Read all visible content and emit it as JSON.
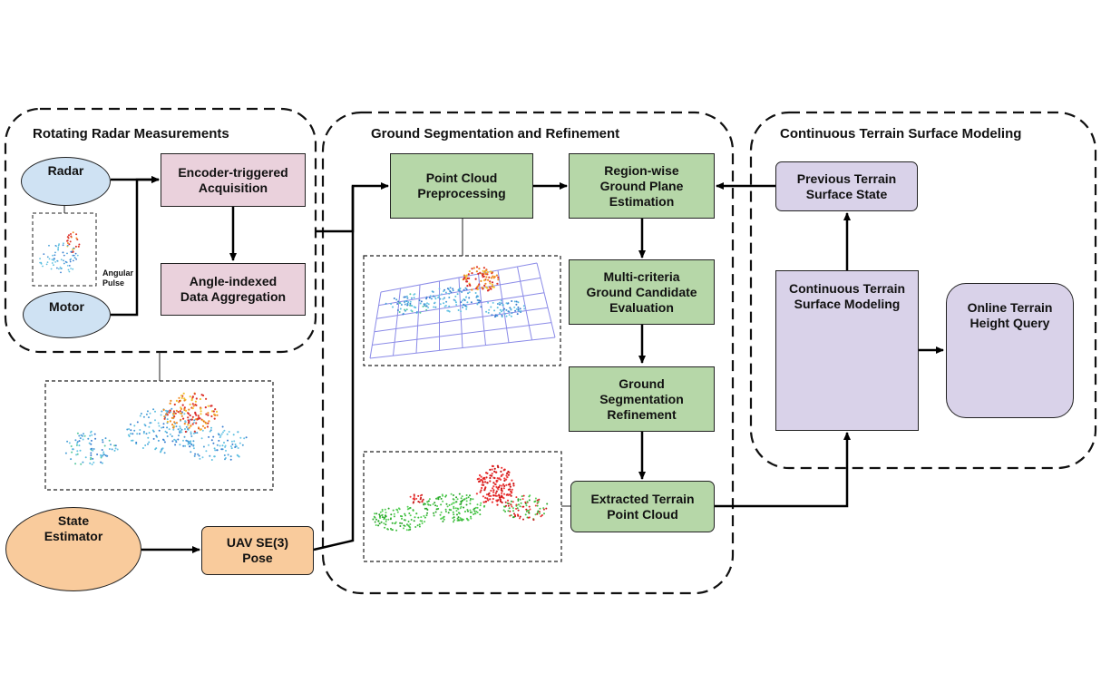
{
  "sections": {
    "radar": {
      "title": "Rotating Radar Measurements"
    },
    "segmentation": {
      "title": "Ground Segmentation and Refinement"
    },
    "terrain": {
      "title": "Continuous Terrain Surface Modeling"
    }
  },
  "nodes": {
    "radar": "Radar",
    "motor": "Motor",
    "angular_pulse": "Angular\nPulse",
    "encoder_acquisition": "Encoder-triggered\nAcquisition",
    "angle_aggregation": "Angle-indexed\nData Aggregation",
    "state_estimator": "State\nEstimator",
    "uav_pose": "UAV SE(3)\nPose",
    "point_cloud_preprocessing": "Point Cloud\nPreprocessing",
    "region_ground_plane": "Region-wise\nGround Plane\nEstimation",
    "multi_criteria": "Multi-criteria\nGround Candidate\nEvaluation",
    "ground_seg_refinement": "Ground\nSegmentation\nRefinement",
    "extracted_terrain": "Extracted Terrain\nPoint Cloud",
    "previous_terrain": "Previous Terrain\nSurface State",
    "continuous_modeling": "Continuous Terrain\nSurface Modeling",
    "online_query": "Online Terrain\nHeight Query"
  },
  "colors": {
    "pink": "#ead1dc",
    "green": "#b6d7a8",
    "purple": "#d9d2e9",
    "orange": "#f9cb9c",
    "blue": "#cfe2f3",
    "arrow": "#000000"
  },
  "icons": [
    "radar-device-icon",
    "motor-device-icon",
    "state-estimator-device-icon",
    "drone-icon",
    "terrain-mesh-icon"
  ],
  "images": [
    "radar-scan-inset",
    "aggregated-point-cloud",
    "preprocessed-cloud-with-grid",
    "segmented-cloud"
  ]
}
